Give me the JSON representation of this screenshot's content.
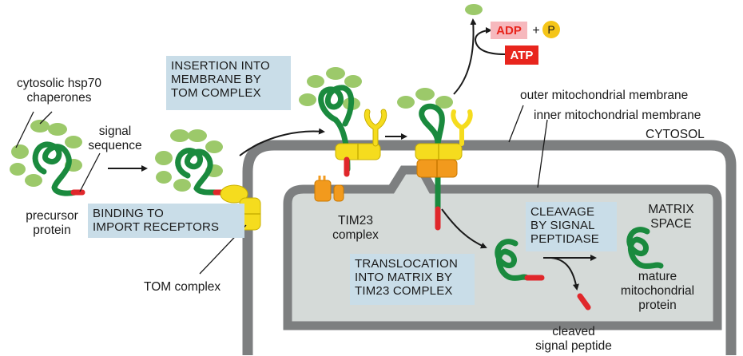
{
  "labels": {
    "chaperones": [
      "cytosolic hsp70",
      "chaperones"
    ],
    "signal_sequence": [
      "signal",
      "sequence"
    ],
    "precursor_protein": [
      "precursor",
      "protein"
    ],
    "tom_complex": "TOM complex",
    "tim23_complex": [
      "TIM23",
      "complex"
    ],
    "outer_membrane": "outer mitochondrial membrane",
    "inner_membrane": "inner mitochondrial membrane",
    "cytosol": "CYTOSOL",
    "matrix_space": [
      "MATRIX",
      "SPACE"
    ],
    "mature_protein": [
      "mature",
      "mitochondrial",
      "protein"
    ],
    "cleaved_peptide": [
      "cleaved",
      "signal peptide"
    ]
  },
  "steps": {
    "binding": [
      "BINDING TO",
      "IMPORT RECEPTORS"
    ],
    "insertion": [
      "INSERTION INTO",
      "MEMBRANE BY",
      "TOM COMPLEX"
    ],
    "translocation": [
      "TRANSLOCATION",
      "INTO MATRIX BY",
      "TIM23 COMPLEX"
    ],
    "cleavage": [
      "CLEAVAGE",
      "BY SIGNAL",
      "PEPTIDASE"
    ]
  },
  "energy": {
    "adp": "ADP",
    "plus": "+",
    "phosphate": "P",
    "atp": "ATP"
  },
  "colors": {
    "protein": "#1a8a3e",
    "chaperone": "#9cc96a",
    "signal": "#e0272b",
    "tom": "#f5dc1e",
    "tim": "#f29a1d",
    "membrane": "#7d7f80",
    "matrix": "#d5dad8",
    "box": "#c9dde8",
    "adp_bg": "#f6b8bd",
    "atp_bg": "#e8251d"
  }
}
